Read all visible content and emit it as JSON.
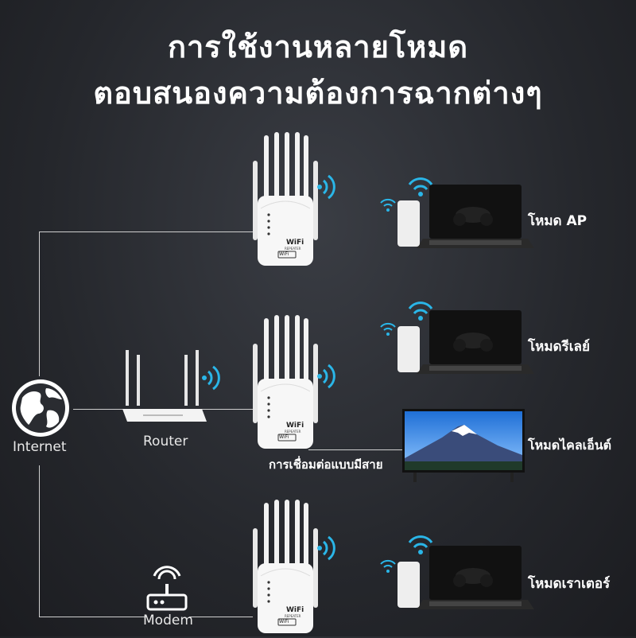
{
  "header": {
    "title_line1": "การใช้งานหลายโหมด",
    "title_line2": "ตอบสนองความต้องการฉากต่างๆ"
  },
  "nodes": {
    "internet_label": "Internet",
    "router_label": "Router",
    "modem_label": "Modem",
    "wired_label": "การเชื่อมต่อแบบมีสาย"
  },
  "modes": {
    "ap": "โหมด AP",
    "repeater": "โหมดรีเลย์",
    "client": "โหมดไคลเอ็นต์",
    "router": "โหมดเราเตอร์"
  },
  "device": {
    "brand_text": "WiFi",
    "sub_text": "REPEATER",
    "badge_text": "WiFi"
  }
}
